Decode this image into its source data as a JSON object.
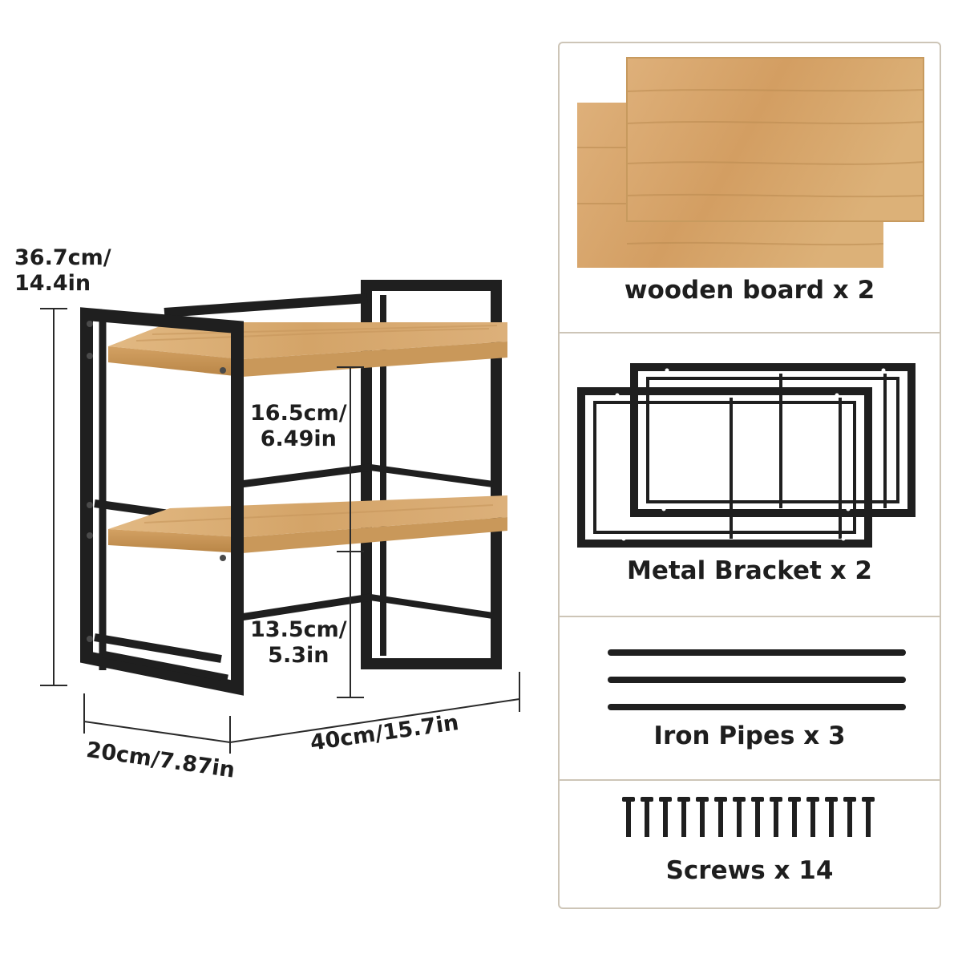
{
  "dimensions": {
    "height": [
      "36.7cm/",
      "14.4in"
    ],
    "upper_gap": [
      "16.5cm/",
      "6.49in"
    ],
    "lower_gap": [
      "13.5cm/",
      "5.3in"
    ],
    "depth": "20cm/7.87in",
    "width": "40cm/15.7in"
  },
  "parts": [
    {
      "caption": "wooden board x 2",
      "icon": "wooden-board-icon"
    },
    {
      "caption": "Metal Bracket x 2",
      "icon": "metal-bracket-icon"
    },
    {
      "caption": "Iron Pipes x 3",
      "icon": "iron-pipe-icon"
    },
    {
      "caption": "Screws x 14",
      "icon": "screw-icon"
    }
  ],
  "colors": {
    "frame": "#1f1f1f",
    "wood": "#d9ad73",
    "wood_dark": "#b98a51",
    "panel_border": "#cdc5b7",
    "dimension_line": "#2a2a2a"
  }
}
